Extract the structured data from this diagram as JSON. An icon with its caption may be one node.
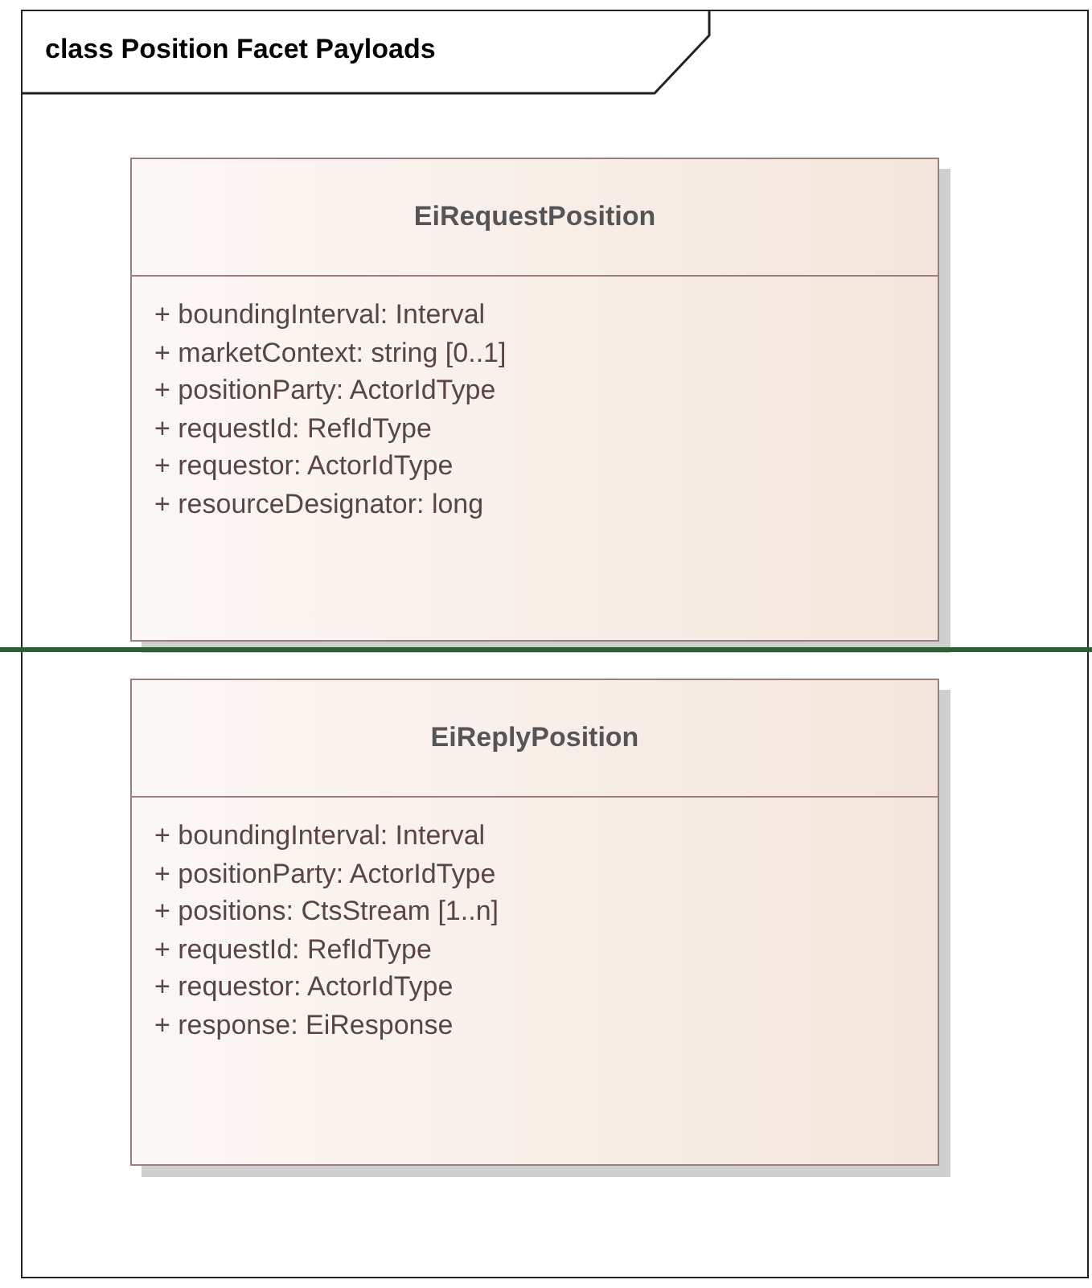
{
  "diagram": {
    "nodes": [
      {
        "text": [
          "class Position Facet Payloads"
        ]
      },
      {
        "text": [
          "EiRequestPosition",
          "+ boundingInterval: Interval",
          "+ marketContext: string [0..1]",
          "+ positionParty: ActorIdType",
          "+ requestId: RefIdType",
          "+ requestor: ActorIdType",
          "+ resourceDesignator: long"
        ],
        "in": 0
      },
      {
        "text": [
          "EiReplyPosition",
          "+ boundingInterval: Interval",
          "+ positionParty: ActorIdType",
          "+ positions: CtsStream [1..n]",
          "+ requestId: RefIdType",
          "+ requestor: ActorIdType",
          "+ response: EiResponse"
        ],
        "in": 0
      }
    ]
  }
}
